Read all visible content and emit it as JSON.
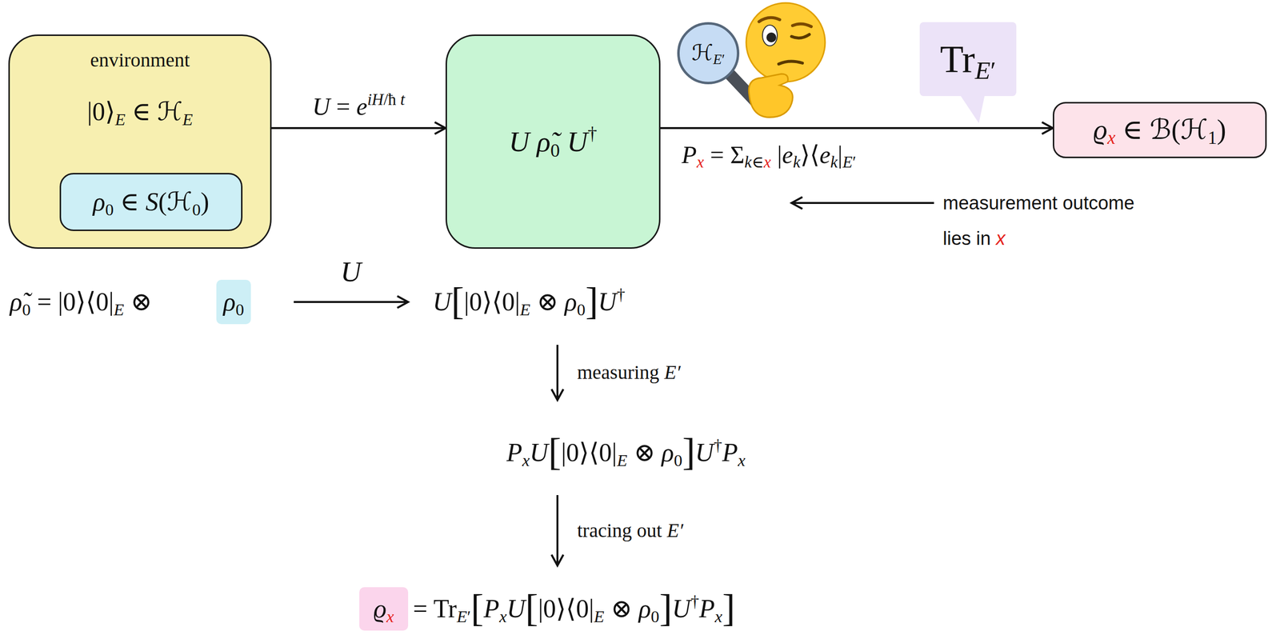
{
  "diagram": {
    "nodes": [
      {
        "text": [
          "environment",
          "|0⟩E ∈ ℋE"
        ]
      },
      {
        "text": [
          "ρ0 ∈ S(ℋ0)"
        ],
        "in": 0
      },
      {
        "text": [
          "U ρ̃0 U†"
        ]
      },
      {
        "text": [
          "ϱx ∈ ℬ(ℋ1)"
        ]
      },
      {
        "text": [
          "TrE′"
        ]
      },
      {
        "text": [
          "ℋE′"
        ]
      },
      {
        "text": [
          "ρ0"
        ]
      },
      {
        "text": [
          "ϱx"
        ]
      }
    ],
    "edges": [
      {
        "from": 0,
        "to": 2,
        "arrow": "to",
        "label": "U = eiH/ħ t"
      },
      {
        "from": 2,
        "to": 3,
        "arrow": "to",
        "label": "Px = Σk∈x |ek⟩⟨ek|E′"
      }
    ],
    "labels": [
      "measurement outcome lies in x",
      "ρ̃0 = |0⟩⟨0|E ⊗",
      "U",
      "U[|0⟩⟨0|E ⊗ ρ0]U†",
      "measuring E′",
      "PxU[|0⟩⟨0|E ⊗ ρ0]U†Px",
      "tracing out E′",
      "= TrE′[PxU[|0⟩⟨0|E ⊗ ρ0]U†Px]"
    ]
  }
}
